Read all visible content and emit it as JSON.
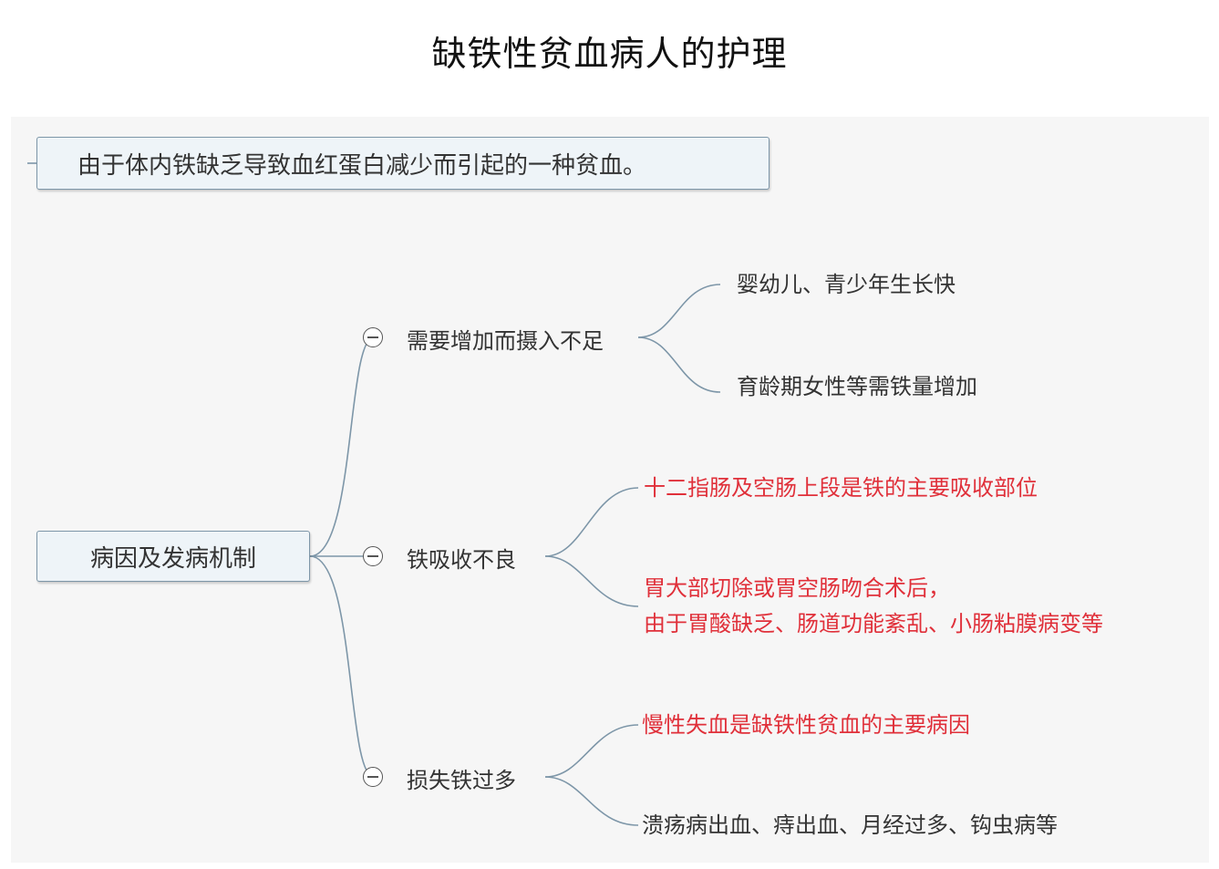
{
  "title": "缺铁性贫血病人的护理",
  "definition": "由于体内铁缺乏导致血红蛋白减少而引起的一种贫血。",
  "root": "病因及发病机制",
  "colors": {
    "line": "#7d96a8",
    "box_bg": "#eef4f8",
    "highlight": "#e0303a",
    "text": "#333333"
  },
  "branches": [
    {
      "label": "需要增加而摄入不足",
      "leaves": [
        "婴幼儿、青少年生长快",
        "育龄期女性等需铁量增加"
      ]
    },
    {
      "label": "铁吸收不良",
      "leaves": [
        "十二指肠及空肠上段是铁的主要吸收部位",
        "胃大部切除或胃空肠吻合术后，",
        "由于胃酸缺乏、肠道功能紊乱、小肠粘膜病变等"
      ]
    },
    {
      "label": "损失铁过多",
      "leaves": [
        "慢性失血是缺铁性贫血的主要病因",
        "溃疡病出血、痔出血、月经过多、钩虫病等"
      ]
    }
  ]
}
